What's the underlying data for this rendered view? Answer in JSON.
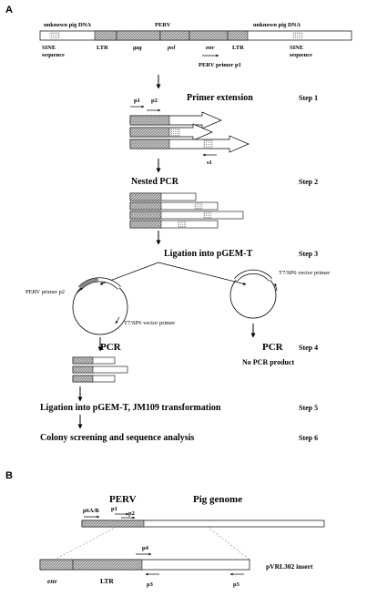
{
  "panelA": {
    "label": "A",
    "genome": {
      "left_flank": "unknown pig DNA",
      "center": "PERV",
      "right_flank": "unknown pig DNA",
      "sine_left_1": "SINE",
      "sine_left_2": "sequence",
      "ltr_left": "LTR",
      "gag": "gag",
      "pol": "pol",
      "env": "env",
      "ltr_right": "LTR",
      "sine_right_1": "SINE",
      "sine_right_2": "sequence",
      "primer_p1": "PERV primer p1"
    },
    "steps": [
      {
        "title": "Primer extension",
        "step": "Step 1"
      },
      {
        "title": "Nested PCR",
        "step": "Step 2"
      },
      {
        "title": "Ligation into pGEM-T",
        "step": "Step 3"
      },
      {
        "title": "PCR",
        "step": "Step 4"
      },
      {
        "title": "Ligation into pGEM-T, JM109 transformation",
        "step": "Step 5"
      },
      {
        "title": "Colony screening and sequence analysis",
        "step": "Step 6"
      }
    ],
    "primer_labels": {
      "p1": "p1",
      "p2": "p2",
      "s1": "s1"
    },
    "plasmid_left": {
      "primer": "PERV primer p2",
      "vector": "T7/SP6 vector primer"
    },
    "plasmid_right": {
      "vector": "T7/SP6 vector primer"
    },
    "pcr_right": "PCR",
    "no_product": "No PCR product"
  },
  "panelB": {
    "label": "B",
    "perv": "PERV",
    "pig_genome": "Pig genome",
    "p6ab": "p6A/B",
    "p1": "p1",
    "p2": "p2",
    "p4": "p4",
    "p3": "p3",
    "p5": "p5",
    "env": "env",
    "ltr": "LTR",
    "insert": "pVRL302 insert"
  }
}
